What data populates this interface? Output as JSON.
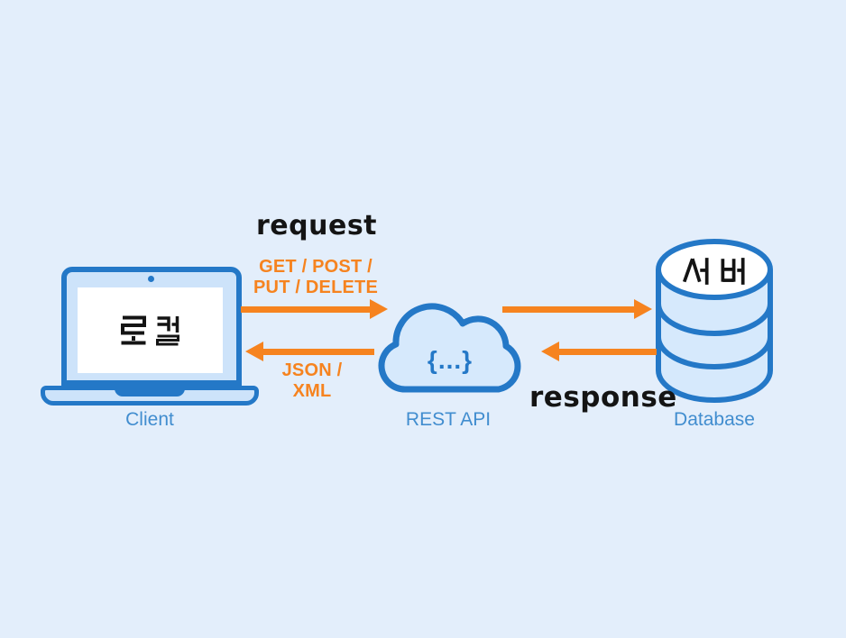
{
  "colors": {
    "background": "#E3EEFB",
    "stroke_blue": "#2478C7",
    "fill_blue_light": "#CDE3FA",
    "fill_blue_lighter": "#D6E9FC",
    "label_blue": "#418DCF",
    "arrow_orange": "#F6831F",
    "title_black": "#141414",
    "screen_white": "#FFFFFF"
  },
  "nodes": {
    "client": {
      "label": "Client",
      "screen_text": "로컬",
      "icon": "laptop-icon"
    },
    "api": {
      "label": "REST API",
      "symbol": "{...}",
      "icon": "cloud-icon"
    },
    "database": {
      "label": "Database",
      "top_text": "서버",
      "icon": "database-icon"
    }
  },
  "flows": {
    "request": {
      "title": "request",
      "methods_line1": "GET / POST /",
      "methods_line2": "PUT / DELETE"
    },
    "response": {
      "title": "response",
      "formats_line1": "JSON /",
      "formats_line2": "XML"
    }
  }
}
